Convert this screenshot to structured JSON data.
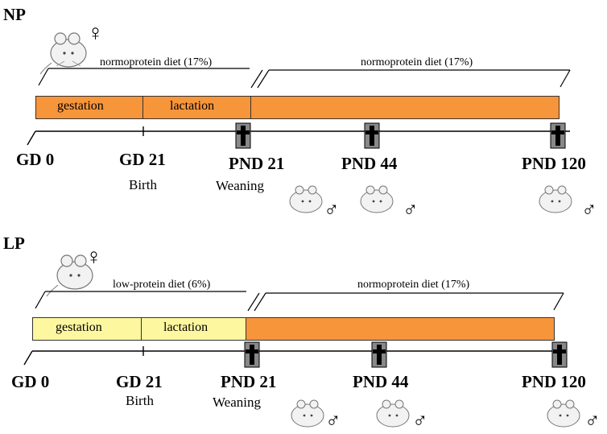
{
  "panels": [
    {
      "id": "np",
      "title": "NP",
      "female_symbol": "♀",
      "male_symbol": "♂",
      "diet_left": "normoprotein diet (17%)",
      "diet_right": "normoprotein diet (17%)",
      "segments": [
        "gestation",
        "lactation"
      ],
      "timepoints": [
        {
          "label": "GD 0",
          "sub": ""
        },
        {
          "label": "GD 21",
          "sub": "Birth"
        },
        {
          "label": "PND 21",
          "sub": "Weaning"
        },
        {
          "label": "PND 44",
          "sub": ""
        },
        {
          "label": "PND 120",
          "sub": ""
        }
      ],
      "colors": {
        "gestation": "#f7953b",
        "lactation": "#f7953b",
        "post": "#f7953b"
      }
    },
    {
      "id": "lp",
      "title": "LP",
      "female_symbol": "♀",
      "male_symbol": "♂",
      "diet_left": "low-protein diet (6%)",
      "diet_right": "normoprotein diet (17%)",
      "segments": [
        "gestation",
        "lactation"
      ],
      "timepoints": [
        {
          "label": "GD 0",
          "sub": ""
        },
        {
          "label": "GD 21",
          "sub": "Birth"
        },
        {
          "label": "PND 21",
          "sub": "Weaning"
        },
        {
          "label": "PND 44",
          "sub": ""
        },
        {
          "label": "PND 120",
          "sub": ""
        }
      ],
      "colors": {
        "gestation": "#fdf7a0",
        "lactation": "#fdf7a0",
        "post": "#f7953b"
      }
    }
  ],
  "icons": [
    "rat-icon",
    "cross-icon",
    "female-symbol-icon",
    "male-symbol-icon"
  ]
}
